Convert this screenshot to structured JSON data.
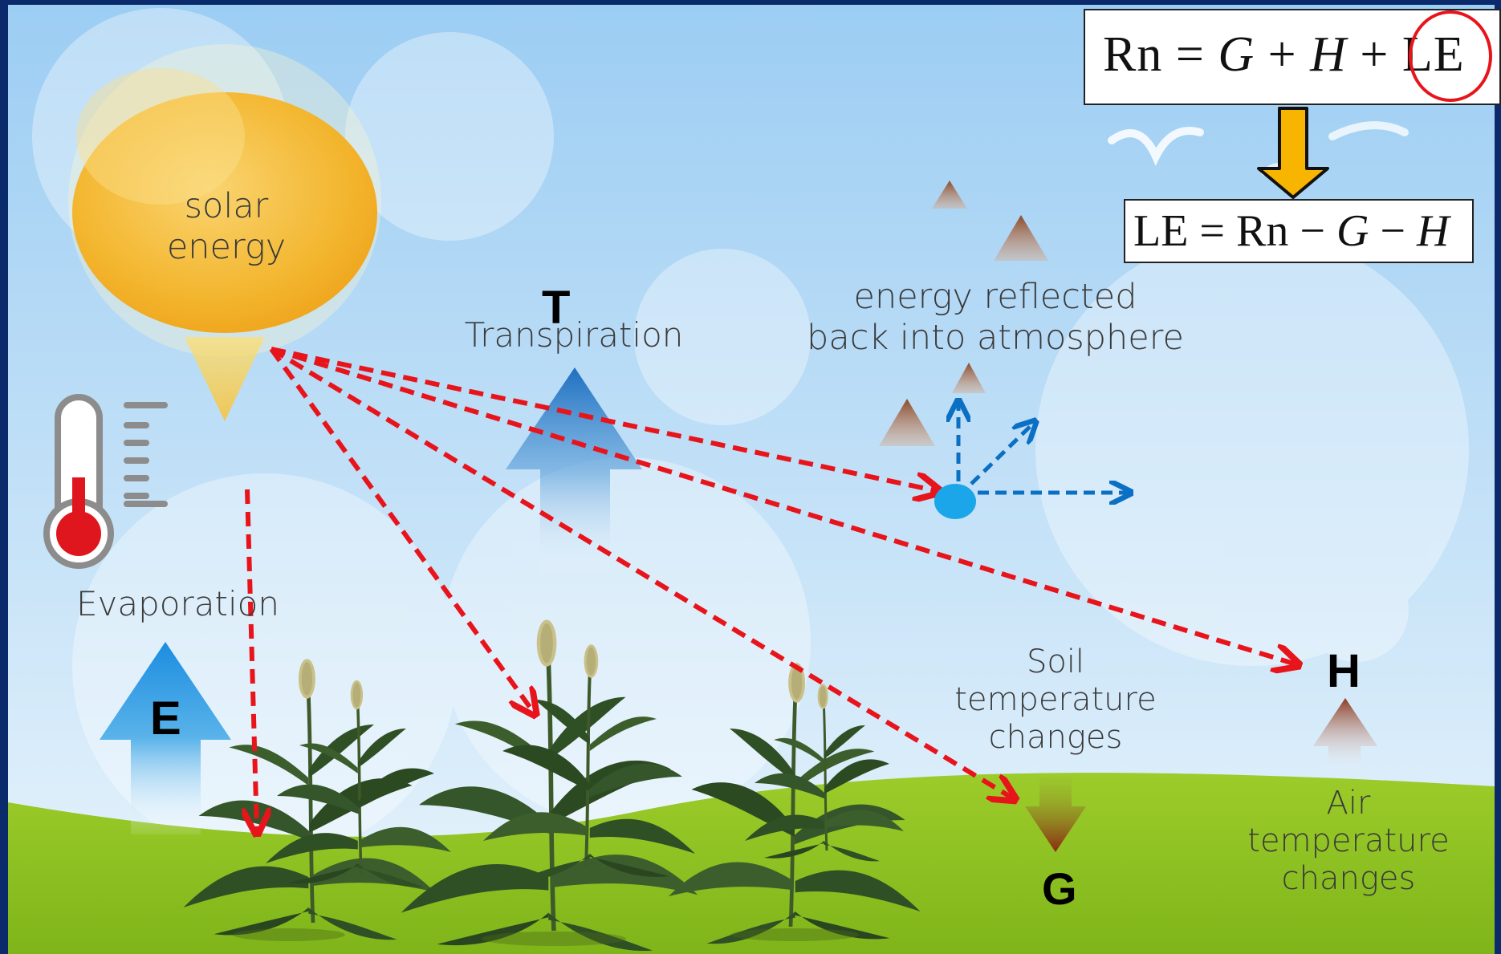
{
  "labels": {
    "solar_line1": "solar",
    "solar_line2": "energy",
    "transpiration_symbol": "T",
    "transpiration": "Transpiration",
    "reflected_line1": "energy reflected",
    "reflected_line2": "back into atmosphere",
    "evaporation": "Evaporation",
    "evaporation_symbol": "E",
    "soil_line1": "Soil",
    "soil_line2": "temperature",
    "soil_line3": "changes",
    "soil_symbol": "G",
    "sensible_symbol": "H",
    "air_line1": "Air",
    "air_line2": "temperature",
    "air_line3": "changes"
  },
  "equations": {
    "energy_balance": {
      "lhs": "Rn",
      "eq": "=",
      "g": "G",
      "plus1": "+",
      "h": "H",
      "plus2": "+",
      "le": "LE"
    },
    "latent_heat": {
      "le": "LE",
      "eq": "=",
      "rn": "Rn",
      "minus1": "−",
      "g": "G",
      "minus2": "−",
      "h": "H"
    }
  },
  "colors": {
    "frame": "#0a2a6b",
    "sky_top": "#a9d4f5",
    "sky_bottom": "#e4f2fb",
    "grass": "#8cc21f",
    "sun": "#f6b21c",
    "red_dashed": "#e8141b",
    "blue_dashed": "#0b6fc4",
    "highlight_circle": "#e8141b",
    "yellow_arrow": "#f7b500"
  }
}
